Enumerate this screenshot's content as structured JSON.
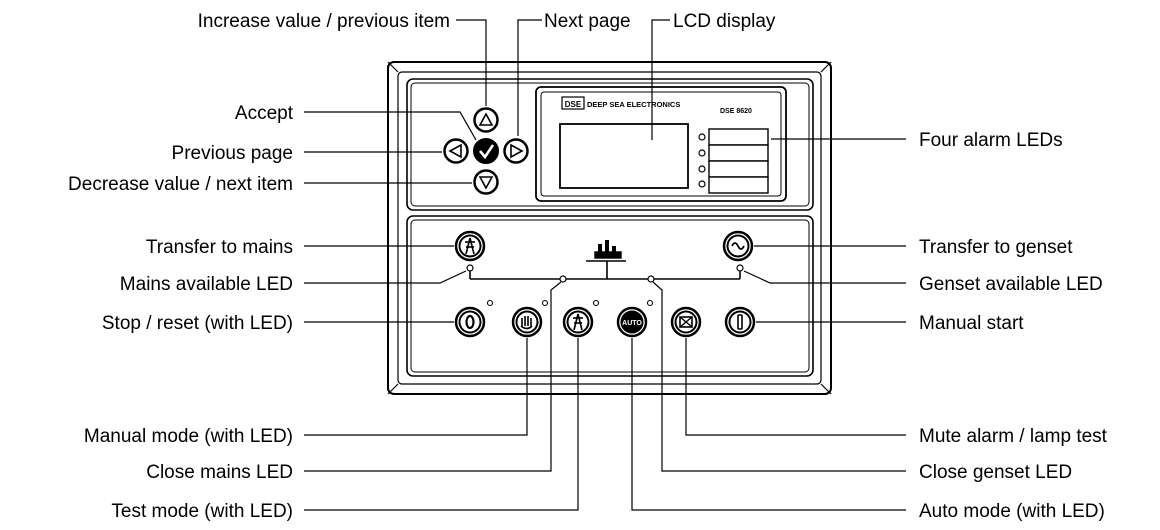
{
  "labels": {
    "increase_value": "Increase value / previous item",
    "next_page": "Next page",
    "lcd_display": "LCD display",
    "accept": "Accept",
    "previous_page": "Previous page",
    "decrease_value": "Decrease value / next item",
    "four_alarm_leds": "Four alarm LEDs",
    "transfer_to_mains": "Transfer to mains",
    "transfer_to_genset": "Transfer to genset",
    "mains_available_led": "Mains available LED",
    "genset_available_led": "Genset available LED",
    "stop_reset": "Stop / reset (with LED)",
    "manual_start": "Manual start",
    "manual_mode": "Manual mode (with LED)",
    "mute_alarm": "Mute alarm / lamp test",
    "close_mains_led": "Close mains LED",
    "close_genset_led": "Close genset LED",
    "test_mode": "Test mode (with LED)",
    "auto_mode": "Auto mode (with LED)"
  },
  "panel": {
    "brand_logo": "DSE",
    "brand_name": "DEEP SEA ELECTRONICS",
    "model": "DSE 8620",
    "auto_button": "AUTO"
  },
  "icons": {
    "up": "triangle-up-icon",
    "down": "triangle-down-icon",
    "left": "triangle-left-icon",
    "right": "triangle-right-icon",
    "accept": "checkmark-icon",
    "mains": "pylon-icon",
    "genset": "sine-wave-icon",
    "stop": "stop-o-icon",
    "manual": "hand-icon",
    "test": "test-pylon-icon",
    "auto": "auto-icon",
    "mute": "mute-icon",
    "start": "start-i-icon",
    "factory": "factory-icon"
  }
}
